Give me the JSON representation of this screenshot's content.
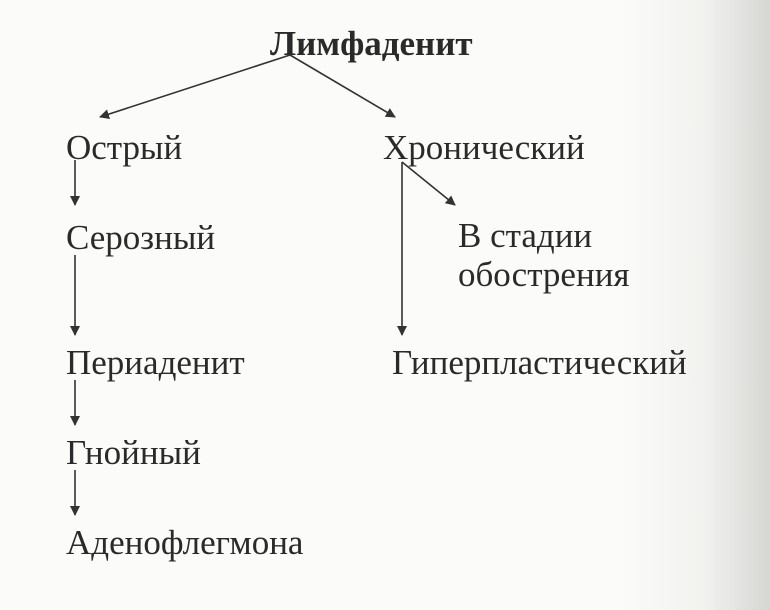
{
  "diagram": {
    "root": "Лимфаденит",
    "acute": {
      "label": "Острый",
      "stages": [
        "Серозный",
        "Периаденит",
        "Гнойный",
        "Аденофлегмона"
      ]
    },
    "chronic": {
      "label": "Хронический",
      "exacerbation_line1": "В стадии",
      "exacerbation_line2": "обострения",
      "hyperplastic": "Гиперпластический"
    }
  }
}
